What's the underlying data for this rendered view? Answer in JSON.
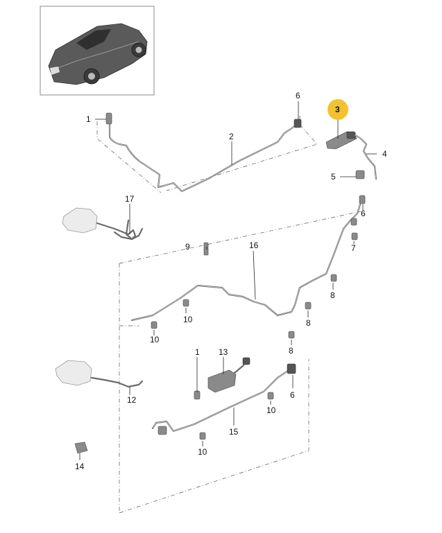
{
  "colors": {
    "highlight": "#f2c230",
    "line": "#6a6a6a",
    "thumbnail_border": "#8a8a8a"
  },
  "thumbnail": {
    "icon": "car-thumbnail-icon"
  },
  "callouts": {
    "c1a": "1",
    "c2": "2",
    "c3": "3",
    "c4": "4",
    "c5": "5",
    "c6a": "6",
    "c6b": "6",
    "c6c": "6",
    "c7": "7",
    "c8a": "8",
    "c8b": "8",
    "c8c": "8",
    "c9": "9",
    "c10a": "10",
    "c10b": "10",
    "c10c": "10",
    "c10d": "10",
    "c1b": "1",
    "c12": "12",
    "c13": "13",
    "c14": "14",
    "c15": "15",
    "c16": "16",
    "c17": "17"
  },
  "highlighted_callout": "3"
}
